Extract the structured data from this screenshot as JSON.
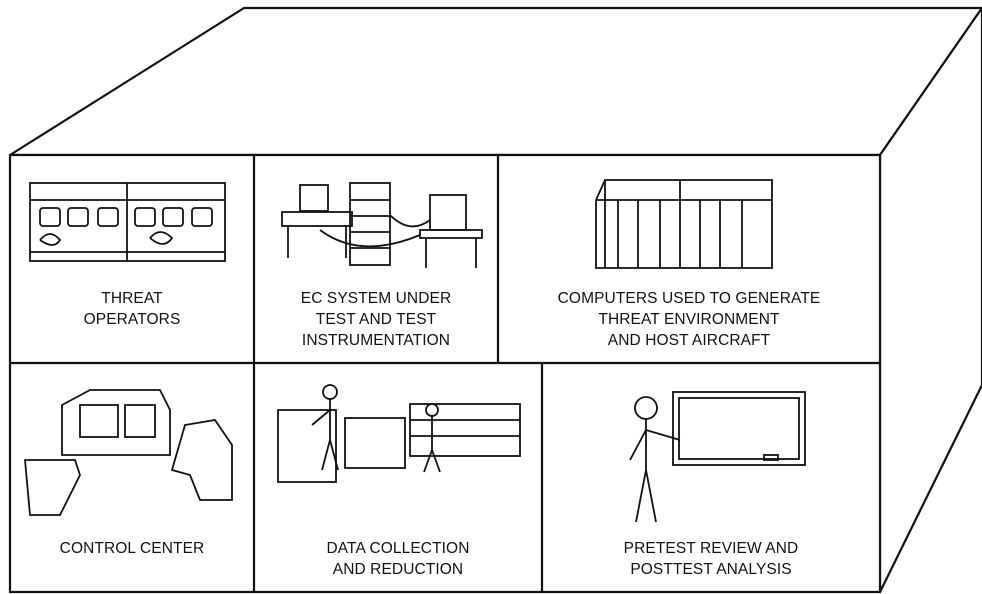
{
  "panels": {
    "threat_operators": [
      "THREAT",
      "OPERATORS"
    ],
    "ec_system": [
      "EC SYSTEM UNDER",
      "TEST AND TEST",
      "INSTRUMENTATION"
    ],
    "computers": [
      "COMPUTERS USED TO GENERATE",
      "THREAT ENVIRONMENT",
      "AND HOST AIRCRAFT"
    ],
    "control_center": [
      "CONTROL CENTER"
    ],
    "data_collection": [
      "DATA COLLECTION",
      "AND REDUCTION"
    ],
    "pretest_review": [
      "PRETEST REVIEW AND",
      "POSTTEST ANALYSIS"
    ]
  }
}
